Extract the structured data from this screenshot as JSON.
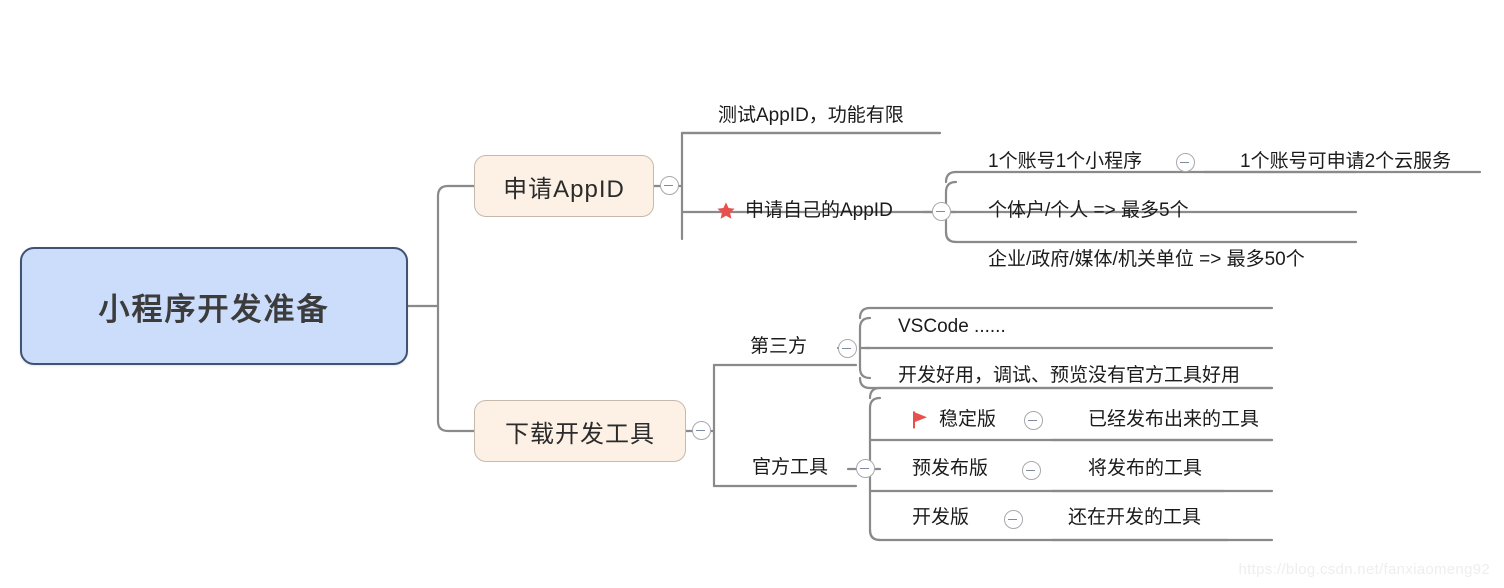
{
  "root": {
    "label": "小程序开发准备",
    "fill": "#cbddfb",
    "stroke": "#3f5372"
  },
  "branches": [
    {
      "id": "appid",
      "label": "申请AppID",
      "fill": "#fdf1e6",
      "stroke": "#c6b8ab",
      "children": [
        {
          "id": "test-appid",
          "label": "测试AppID，功能有限",
          "icon": null,
          "children": []
        },
        {
          "id": "own-appid",
          "label": "申请自己的AppID",
          "icon": "red-star-icon",
          "children": [
            {
              "id": "one-account-one-app",
              "label": "1个账号1个小程序",
              "children": [
                {
                  "id": "cloud-service",
                  "label": "1个账号可申请2个云服务"
                }
              ]
            },
            {
              "id": "individual-limit",
              "label": "个体户/个人 => 最多5个",
              "children": []
            },
            {
              "id": "enterprise-limit",
              "label": "企业/政府/媒体/机关单位 => 最多50个",
              "children": []
            }
          ]
        }
      ]
    },
    {
      "id": "tools",
      "label": "下载开发工具",
      "fill": "#fdf1e6",
      "stroke": "#c6b8ab",
      "children": [
        {
          "id": "third-party",
          "label": "第三方",
          "icon": null,
          "children": [
            {
              "id": "vscode",
              "label": "VSCode ......",
              "children": []
            },
            {
              "id": "vscode-note",
              "label": "开发好用，调试、预览没有官方工具好用",
              "children": []
            }
          ]
        },
        {
          "id": "official-tools",
          "label": "官方工具",
          "icon": null,
          "children": [
            {
              "id": "stable",
              "label": "稳定版",
              "icon": "red-flag-icon",
              "children": [
                {
                  "id": "stable-desc",
                  "label": "已经发布出来的工具"
                }
              ]
            },
            {
              "id": "prerelease",
              "label": "预发布版",
              "children": [
                {
                  "id": "prerelease-desc",
                  "label": "将发布的工具"
                }
              ]
            },
            {
              "id": "dev",
              "label": "开发版",
              "children": [
                {
                  "id": "dev-desc",
                  "label": "还在开发的工具"
                }
              ]
            }
          ]
        }
      ]
    }
  ],
  "colors": {
    "wire": "#8a8a8a",
    "star": "#e8504e",
    "flag": "#e8504e",
    "toggle_border": "#a8a8ae",
    "toggle_minus": "#7f8aa0",
    "text": "#1b1b1b"
  },
  "watermark": "https://blog.csdn.net/fanxiaomeng92"
}
